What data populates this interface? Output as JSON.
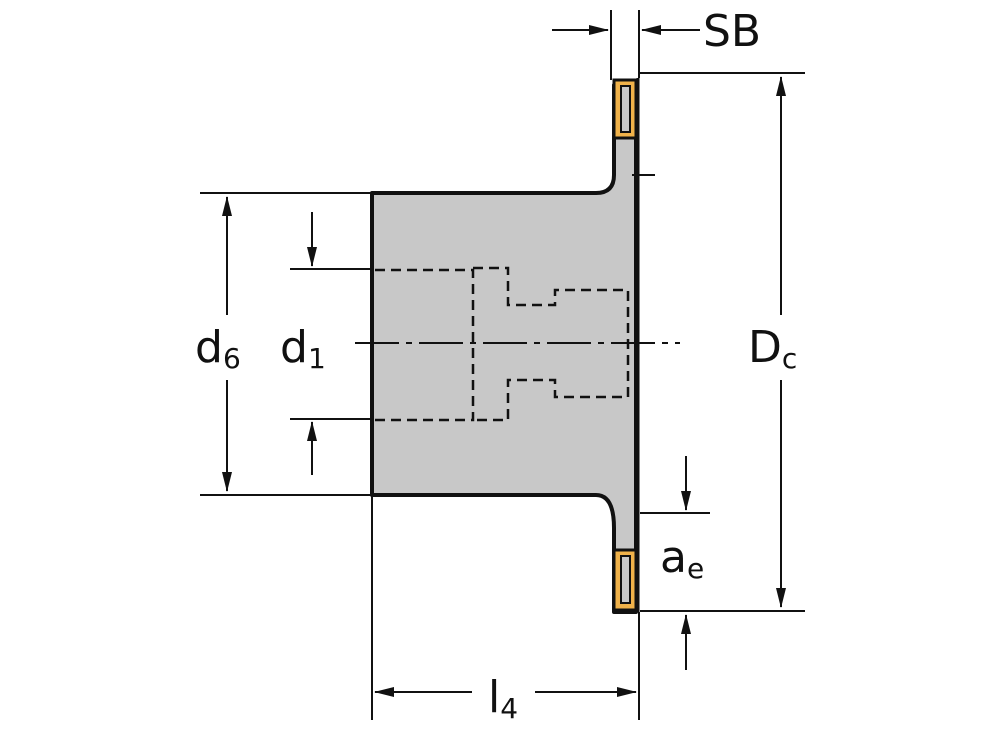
{
  "labels": {
    "sb": "SB",
    "dc_main": "D",
    "dc_sub": "c",
    "d6_main": "d",
    "d6_sub": "6",
    "d1_main": "d",
    "d1_sub": "1",
    "ae_main": "a",
    "ae_sub": "e",
    "l4_main": "l",
    "l4_sub": "4"
  },
  "colors": {
    "body_fill": "#c8c8c8",
    "insert_fill": "#f0b24a",
    "line": "#111111",
    "background": "#ffffff"
  }
}
